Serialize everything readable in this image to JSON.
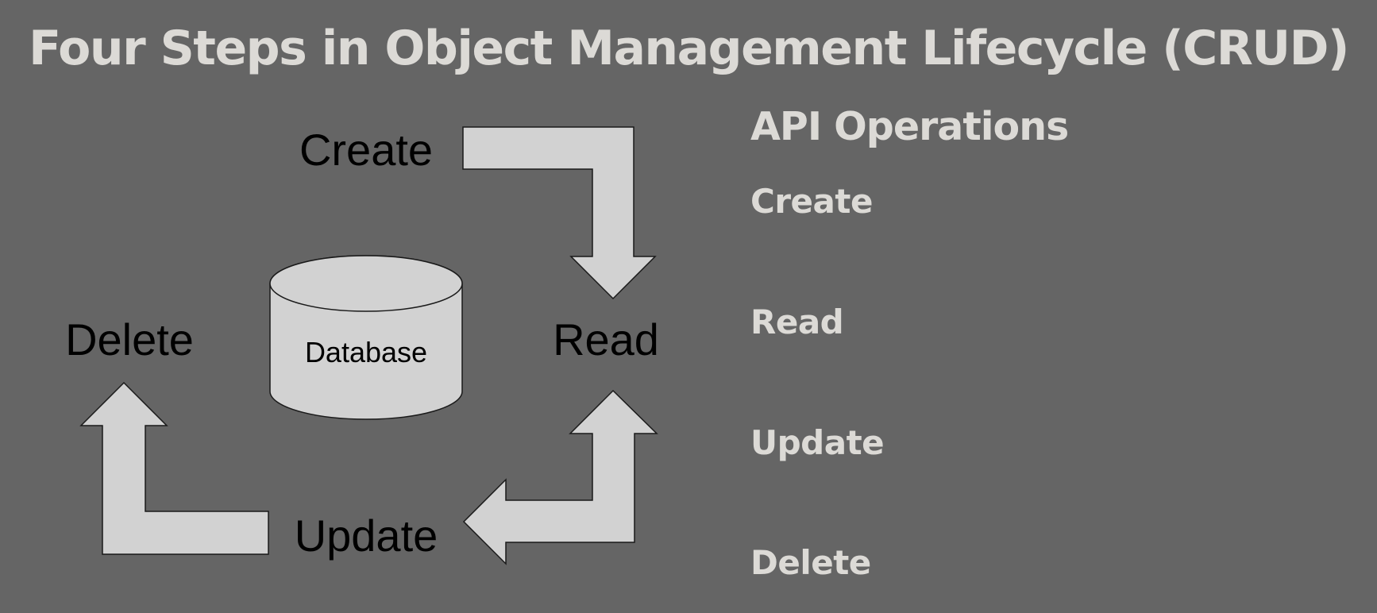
{
  "title": "Four Steps in Object Management Lifecycle (CRUD)",
  "diagram": {
    "create_label": "Create",
    "read_label": "Read",
    "update_label": "Update",
    "delete_label": "Delete",
    "database_label": "Database"
  },
  "operations": {
    "heading": "API Operations",
    "items": [
      "Create",
      "Read",
      "Update",
      "Delete"
    ]
  },
  "colors": {
    "background": "#656565",
    "light_text": "#dcdad6",
    "shape_fill": "#d2d2d2",
    "dark_text": "#000000"
  }
}
